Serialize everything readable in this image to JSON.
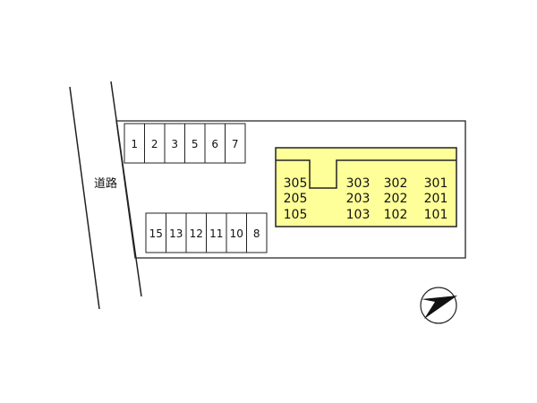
{
  "road": {
    "label": "道路"
  },
  "parking": {
    "top_row": [
      "1",
      "2",
      "3",
      "5",
      "6",
      "7"
    ],
    "bottom_row": [
      "15",
      "13",
      "12",
      "11",
      "10",
      "8"
    ]
  },
  "building": {
    "fill_color": "#ffff99",
    "stroke_color": "#222222",
    "columns": [
      [
        "305",
        "205",
        "105"
      ],
      [
        "303",
        "203",
        "103"
      ],
      [
        "302",
        "202",
        "102"
      ],
      [
        "301",
        "201",
        "101"
      ]
    ]
  },
  "compass": {
    "icon": "north-arrow-icon"
  }
}
